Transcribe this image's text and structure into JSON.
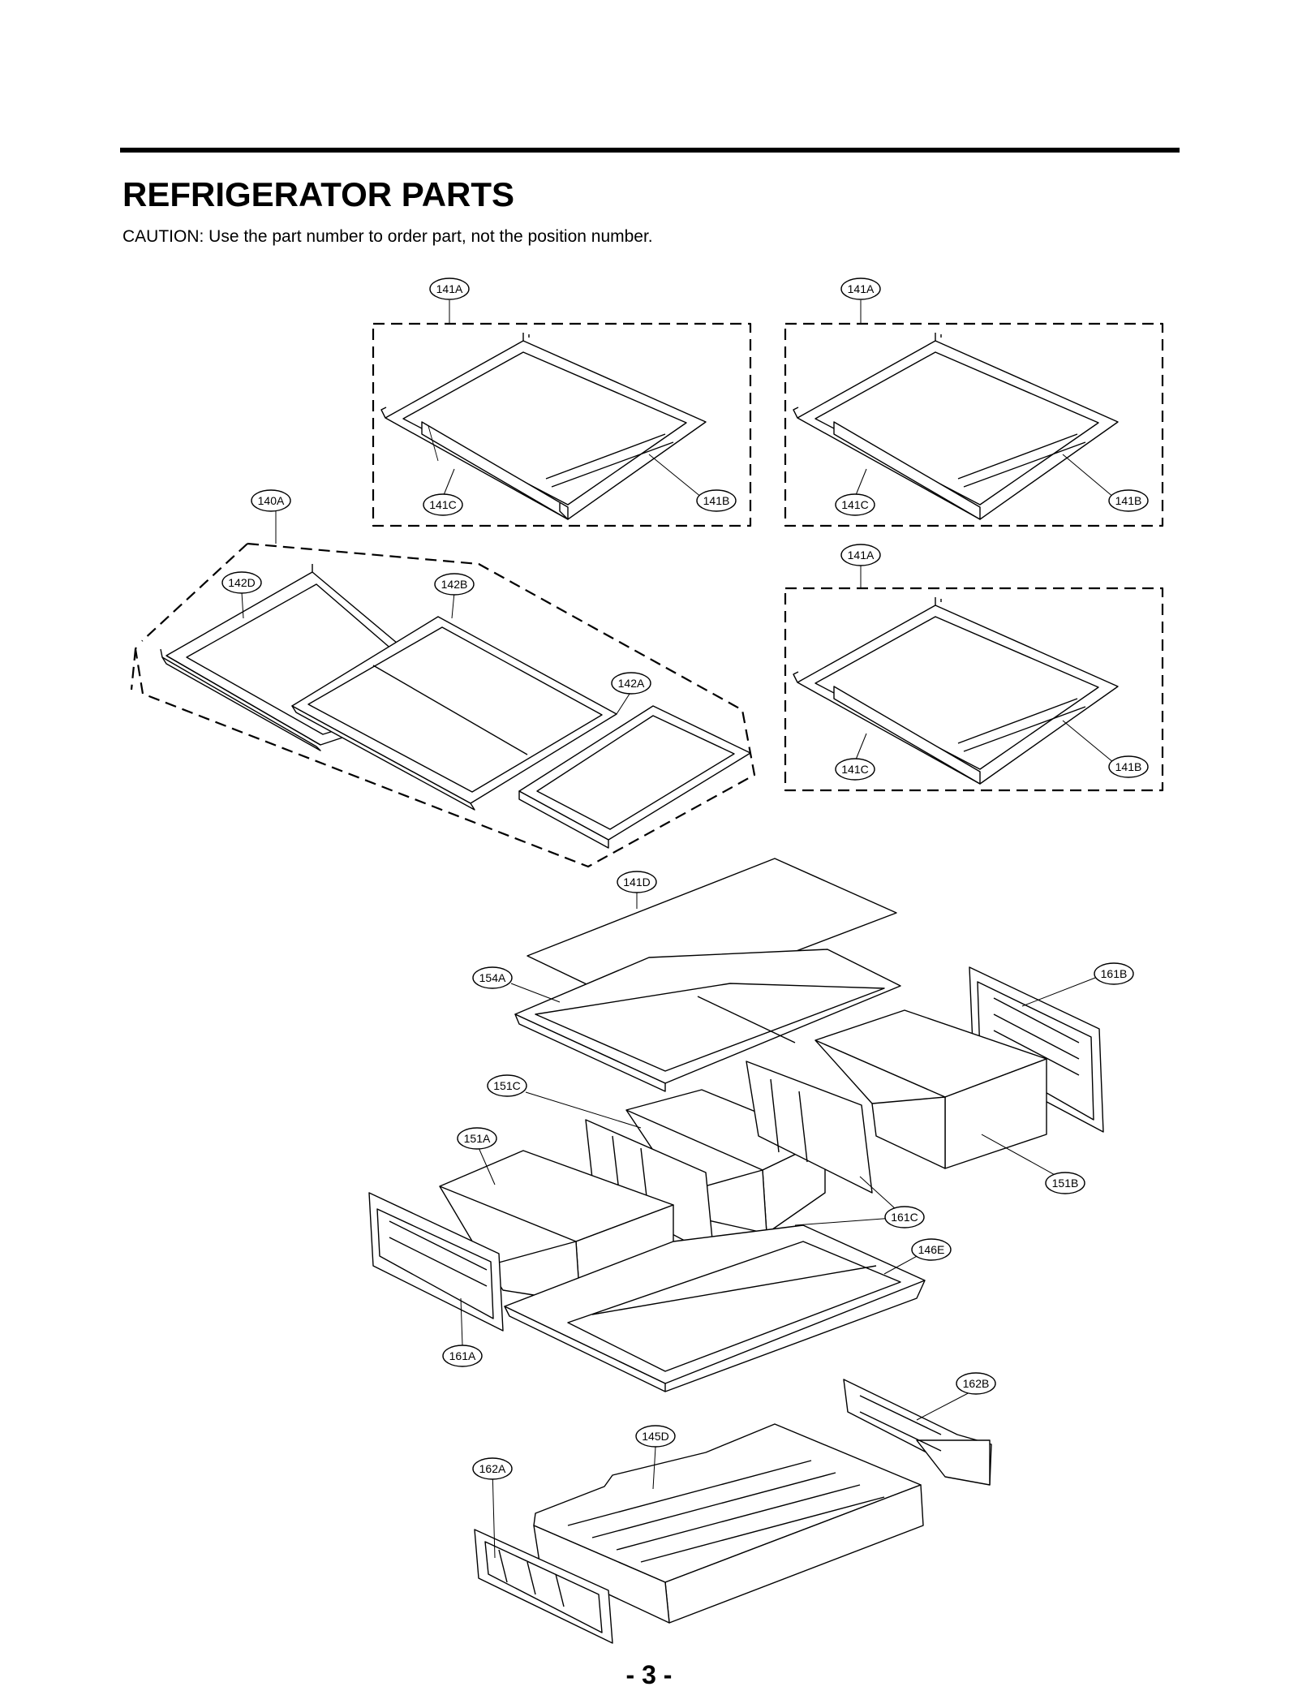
{
  "header": {
    "title": "REFRIGERATOR PARTS",
    "caution": "CAUTION: Use the part number to order part, not the position number."
  },
  "footer": {
    "page_number": "- 3 -"
  },
  "callouts": {
    "c141A_1": "141A",
    "c141A_2": "141A",
    "c141A_3": "141A",
    "c141B_1": "141B",
    "c141B_2": "141B",
    "c141B_3": "141B",
    "c141C_1": "141C",
    "c141C_2": "141C",
    "c141C_3": "141C",
    "c140A": "140A",
    "c142D": "142D",
    "c142B": "142B",
    "c142A": "142A",
    "c141D": "141D",
    "c154A": "154A",
    "c161B": "161B",
    "c151C": "151C",
    "c151A": "151A",
    "c151B": "151B",
    "c161C": "161C",
    "c146E": "146E",
    "c161A": "161A",
    "c162B": "162B",
    "c145D": "145D",
    "c162A": "162A"
  }
}
